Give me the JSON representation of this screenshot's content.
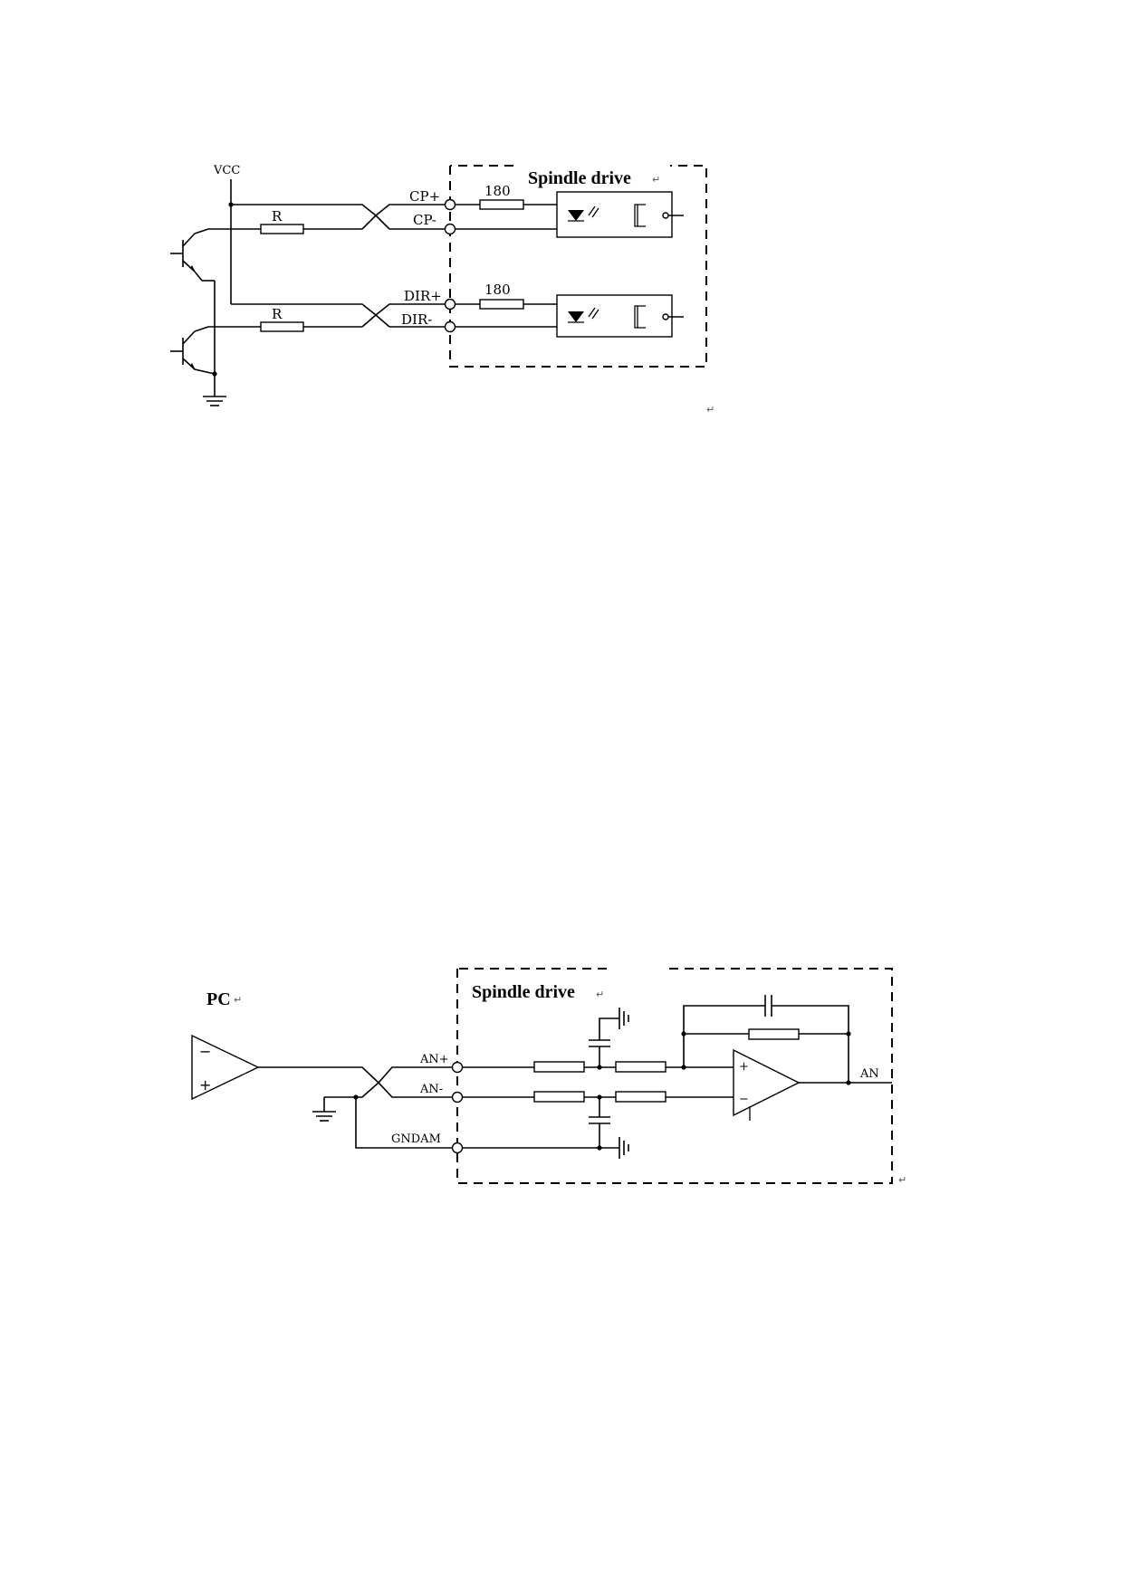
{
  "diagram1": {
    "title": "Spindle drive",
    "vcc": "VCC",
    "resistor_cp": "R",
    "resistor_dir": "R",
    "cp_plus": "CP+",
    "cp_minus": "CP-",
    "dir_plus": "DIR+",
    "dir_minus": "DIR-",
    "res_cp_value": "180",
    "res_dir_value": "180"
  },
  "diagram2": {
    "pc": "PC",
    "title": "Spindle drive",
    "an_plus": "AN+",
    "an_minus": "AN-",
    "gndam": "GNDAM",
    "output": "AN",
    "op_minus": "−",
    "op_plus": "+"
  },
  "para_mark": "↵"
}
